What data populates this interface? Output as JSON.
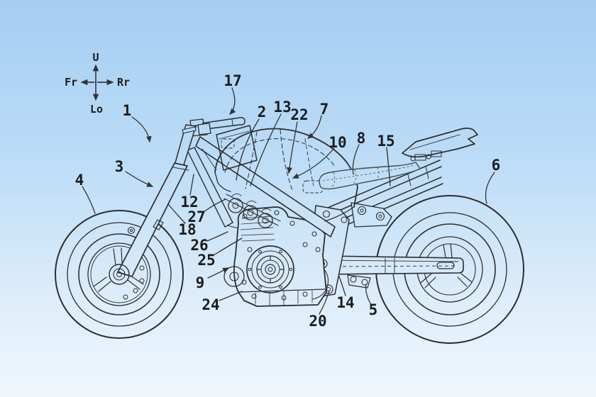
{
  "figure": {
    "kind": "patent-style motorcycle side-view line drawing",
    "background_top_color": "#a4cef2",
    "background_bottom_color": "#f0f7fd",
    "line_color": "#2e2e2e"
  },
  "compass": {
    "up_label": "U",
    "down_label": "Lo",
    "front_label": "Fr",
    "rear_label": "Rr"
  },
  "callouts": [
    {
      "text": "1"
    },
    {
      "text": "2"
    },
    {
      "text": "3"
    },
    {
      "text": "4"
    },
    {
      "text": "5"
    },
    {
      "text": "6"
    },
    {
      "text": "7"
    },
    {
      "text": "8"
    },
    {
      "text": "9"
    },
    {
      "text": "10"
    },
    {
      "text": "12"
    },
    {
      "text": "13"
    },
    {
      "text": "14"
    },
    {
      "text": "15"
    },
    {
      "text": "17"
    },
    {
      "text": "18"
    },
    {
      "text": "20"
    },
    {
      "text": "22"
    },
    {
      "text": "24"
    },
    {
      "text": "25"
    },
    {
      "text": "26"
    },
    {
      "text": "27"
    }
  ]
}
